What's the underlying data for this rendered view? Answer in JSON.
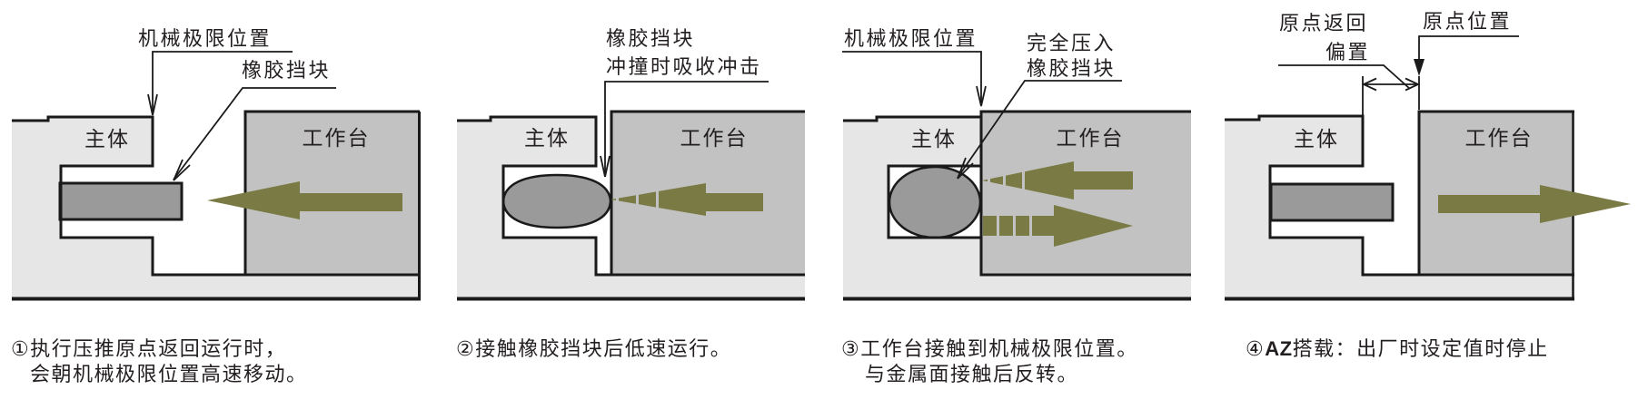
{
  "colors": {
    "arrow": "#7A7A44",
    "table_fill": "#C2C2C2",
    "body_fill": "#E6E6E6",
    "stopper_fill": "#9A9A9A",
    "outline": "#1A1A1A",
    "text": "#231F20"
  },
  "panels": [
    {
      "labels": {
        "limit": "机械极限位置",
        "stopper": "橡胶挡块",
        "body": "主体",
        "table": "工作台"
      },
      "caption": {
        "line1": "①执行压推原点返回运行时，",
        "line2": "会朝机械极限位置高速移动。"
      }
    },
    {
      "labels": {
        "stopper_line1": "橡胶挡块",
        "stopper_line2": "冲撞时吸收冲击",
        "body": "主体",
        "table": "工作台"
      },
      "caption": {
        "line1": "②接触橡胶挡块后低速运行。"
      }
    },
    {
      "labels": {
        "limit": "机械极限位置",
        "pressin_line1": "完全压入",
        "pressin_line2": "橡胶挡块",
        "body": "主体",
        "table": "工作台"
      },
      "caption": {
        "line1": "③工作台接触到机械极限位置。",
        "line2": "与金属面接触后反转。"
      }
    },
    {
      "labels": {
        "offset_line1": "原点返回",
        "offset_line2": "偏置",
        "origin": "原点位置",
        "body": "主体",
        "table": "工作台"
      },
      "caption": {
        "prefix": "④",
        "az": "AZ",
        "rest": "搭载：出厂时设定值时停止"
      }
    }
  ]
}
